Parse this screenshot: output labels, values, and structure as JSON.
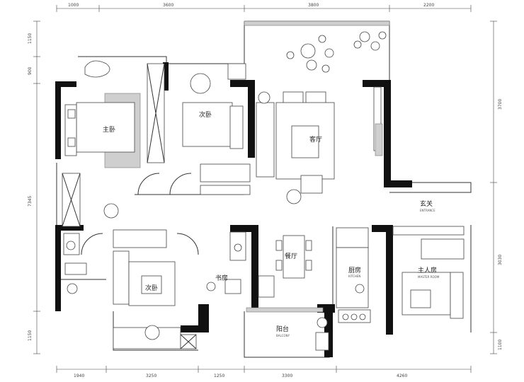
{
  "dimensions": {
    "top": [
      "1000",
      "3600",
      "3800",
      "2200"
    ],
    "bottom": [
      "1940",
      "3250",
      "1250",
      "3300",
      "4260"
    ],
    "left": [
      "1150",
      "900",
      "7345",
      "1150"
    ],
    "right": [
      "3700",
      "3030",
      "1100"
    ]
  },
  "rooms": {
    "bedroom_a": "主卧",
    "bedroom_b": "次卧",
    "entrance": "玄关",
    "entrance_sub": "ENTRANCE",
    "bedroom_c": "次卧",
    "kitchen": "厨房",
    "kitchen_sub": "KITCHEN",
    "master": "主人房",
    "master_sub": "MASTER ROOM",
    "balcony": "阳台",
    "balcony_sub": "BALCONY",
    "study": "书房",
    "living": "客厅",
    "dining": "餐厅"
  },
  "colors": {
    "wall": "#111111",
    "line": "#333333",
    "fill": "#cfcfcf"
  }
}
